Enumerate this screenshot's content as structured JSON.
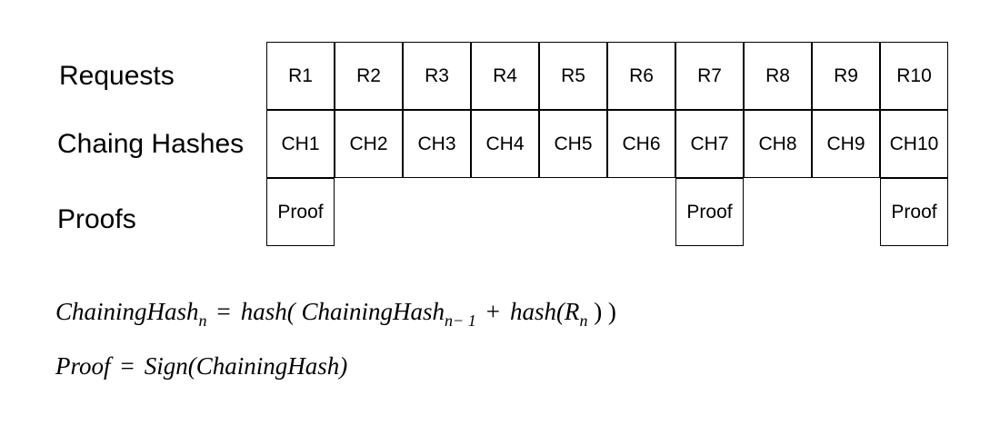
{
  "labels": {
    "requests": "Requests",
    "chaining_hashes": "Chaing Hashes",
    "proofs": "Proofs"
  },
  "requests": [
    "R1",
    "R2",
    "R3",
    "R4",
    "R5",
    "R6",
    "R7",
    "R8",
    "R9",
    "R10"
  ],
  "chaining_hashes": [
    "CH1",
    "CH2",
    "CH3",
    "CH4",
    "CH5",
    "CH6",
    "CH7",
    "CH8",
    "CH9",
    "CH10"
  ],
  "proofs": [
    {
      "index": 1,
      "text": "Proof"
    },
    {
      "index": 7,
      "text": "Proof"
    },
    {
      "index": 10,
      "text": "Proof"
    }
  ],
  "formula1": {
    "lhs": "ChainingHash",
    "lhs_sub": "n",
    "eq": "=",
    "fn": "hash(",
    "arg1": "ChainingHash",
    "arg1_sub": "n− 1",
    "plus": "+",
    "fn2": "hash(R",
    "fn2_sub": "n",
    "close": " ) )"
  },
  "formula2": {
    "lhs": "Proof",
    "eq": "=",
    "rhs": "Sign(ChainingHash)"
  }
}
